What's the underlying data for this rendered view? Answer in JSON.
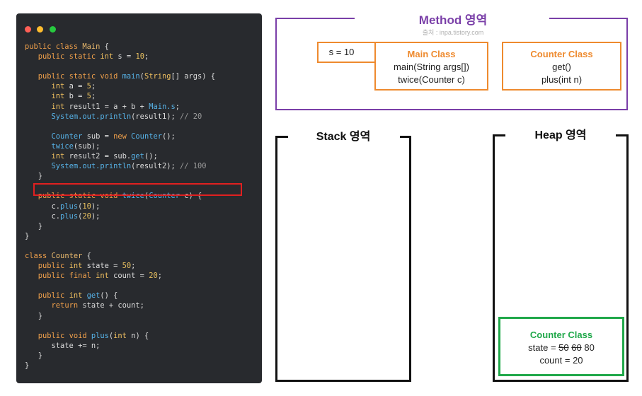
{
  "code": {
    "lines": [
      [
        [
          "kw",
          "public class "
        ],
        [
          "cls",
          "Main"
        ],
        [
          "tx",
          " {"
        ]
      ],
      [
        [
          "tx",
          "   "
        ],
        [
          "kw",
          "public static "
        ],
        [
          "ty",
          "int "
        ],
        [
          "tx",
          "s = "
        ],
        [
          "num",
          "10"
        ],
        [
          "tx",
          ";"
        ]
      ],
      [
        [
          "tx",
          ""
        ]
      ],
      [
        [
          "tx",
          "   "
        ],
        [
          "kw",
          "public static void "
        ],
        [
          "fn",
          "main"
        ],
        [
          "tx",
          "("
        ],
        [
          "ty",
          "String"
        ],
        [
          "tx",
          "[] args) {"
        ]
      ],
      [
        [
          "tx",
          "      "
        ],
        [
          "ty",
          "int "
        ],
        [
          "tx",
          "a = "
        ],
        [
          "num",
          "5"
        ],
        [
          "tx",
          ";"
        ]
      ],
      [
        [
          "tx",
          "      "
        ],
        [
          "ty",
          "int "
        ],
        [
          "tx",
          "b = "
        ],
        [
          "num",
          "5"
        ],
        [
          "tx",
          ";"
        ]
      ],
      [
        [
          "tx",
          "      "
        ],
        [
          "ty",
          "int "
        ],
        [
          "tx",
          "result1 = a + b + "
        ],
        [
          "fn",
          "Main.s"
        ],
        [
          "tx",
          ";"
        ]
      ],
      [
        [
          "tx",
          "      "
        ],
        [
          "fn",
          "System.out.println"
        ],
        [
          "tx",
          "(result1); "
        ],
        [
          "cm",
          "// 20"
        ]
      ],
      [
        [
          "tx",
          ""
        ]
      ],
      [
        [
          "tx",
          "      "
        ],
        [
          "fn",
          "Counter "
        ],
        [
          "tx",
          "sub = "
        ],
        [
          "kw",
          "new "
        ],
        [
          "fn",
          "Counter"
        ],
        [
          "tx",
          "();"
        ]
      ],
      [
        [
          "tx",
          "      "
        ],
        [
          "fn",
          "twice"
        ],
        [
          "tx",
          "(sub);"
        ]
      ],
      [
        [
          "tx",
          "      "
        ],
        [
          "ty",
          "int "
        ],
        [
          "tx",
          "result2 = sub."
        ],
        [
          "fn",
          "get"
        ],
        [
          "tx",
          "();"
        ]
      ],
      [
        [
          "tx",
          "      "
        ],
        [
          "fn",
          "System.out.println"
        ],
        [
          "tx",
          "(result2); "
        ],
        [
          "cm",
          "// 100"
        ]
      ],
      [
        [
          "tx",
          "   }"
        ]
      ],
      [
        [
          "tx",
          ""
        ]
      ],
      [
        [
          "tx",
          "   "
        ],
        [
          "kw",
          "public static void "
        ],
        [
          "fn",
          "twice"
        ],
        [
          "tx",
          "("
        ],
        [
          "fn",
          "Counter "
        ],
        [
          "tx",
          "c) {"
        ]
      ],
      [
        [
          "tx",
          "      c."
        ],
        [
          "fn",
          "plus"
        ],
        [
          "tx",
          "("
        ],
        [
          "num",
          "10"
        ],
        [
          "tx",
          ");"
        ]
      ],
      [
        [
          "tx",
          "      c."
        ],
        [
          "fn",
          "plus"
        ],
        [
          "tx",
          "("
        ],
        [
          "num",
          "20"
        ],
        [
          "tx",
          ");"
        ]
      ],
      [
        [
          "tx",
          "   }"
        ]
      ],
      [
        [
          "tx",
          "}"
        ]
      ],
      [
        [
          "tx",
          ""
        ]
      ],
      [
        [
          "kw",
          "class "
        ],
        [
          "cls",
          "Counter"
        ],
        [
          "tx",
          " {"
        ]
      ],
      [
        [
          "tx",
          "   "
        ],
        [
          "kw",
          "public "
        ],
        [
          "ty",
          "int "
        ],
        [
          "tx",
          "state = "
        ],
        [
          "num",
          "50"
        ],
        [
          "tx",
          ";"
        ]
      ],
      [
        [
          "tx",
          "   "
        ],
        [
          "kw",
          "public final "
        ],
        [
          "ty",
          "int "
        ],
        [
          "tx",
          "count = "
        ],
        [
          "num",
          "20"
        ],
        [
          "tx",
          ";"
        ]
      ],
      [
        [
          "tx",
          ""
        ]
      ],
      [
        [
          "tx",
          "   "
        ],
        [
          "kw",
          "public "
        ],
        [
          "ty",
          "int "
        ],
        [
          "fn",
          "get"
        ],
        [
          "tx",
          "() {"
        ]
      ],
      [
        [
          "tx",
          "      "
        ],
        [
          "kw",
          "return "
        ],
        [
          "tx",
          "state + count;"
        ]
      ],
      [
        [
          "tx",
          "   }"
        ]
      ],
      [
        [
          "tx",
          ""
        ]
      ],
      [
        [
          "tx",
          "   "
        ],
        [
          "kw",
          "public void "
        ],
        [
          "fn",
          "plus"
        ],
        [
          "tx",
          "("
        ],
        [
          "ty",
          "int "
        ],
        [
          "tx",
          "n) {"
        ]
      ],
      [
        [
          "tx",
          "      state += n;"
        ]
      ],
      [
        [
          "tx",
          "   }"
        ]
      ],
      [
        [
          "tx",
          "}"
        ]
      ]
    ]
  },
  "method_area": {
    "title": "Method 영역",
    "source": "출처 : inpa.tistory.com",
    "static_var": "s = 10",
    "main_class": {
      "title": "Main Class",
      "line1": "main(String args[])",
      "line2": "twice(Counter c)"
    },
    "counter_class": {
      "title": "Counter Class",
      "line1": "get()",
      "line2": "plus(int n)"
    }
  },
  "stack_area": {
    "title": "Stack 영역"
  },
  "heap_area": {
    "title": "Heap 영역",
    "object": {
      "title": "Counter Class",
      "state_label": "state = ",
      "state_old1": "50",
      "state_old2": "60",
      "state_current": "80",
      "count_line": "count = 20"
    }
  },
  "colors": {
    "method_border": "#7a3fa8",
    "class_box_border": "#ee8a2e",
    "heap_object_border": "#20a84a",
    "code_highlight": "#e02020",
    "code_background": "#282a2e"
  }
}
